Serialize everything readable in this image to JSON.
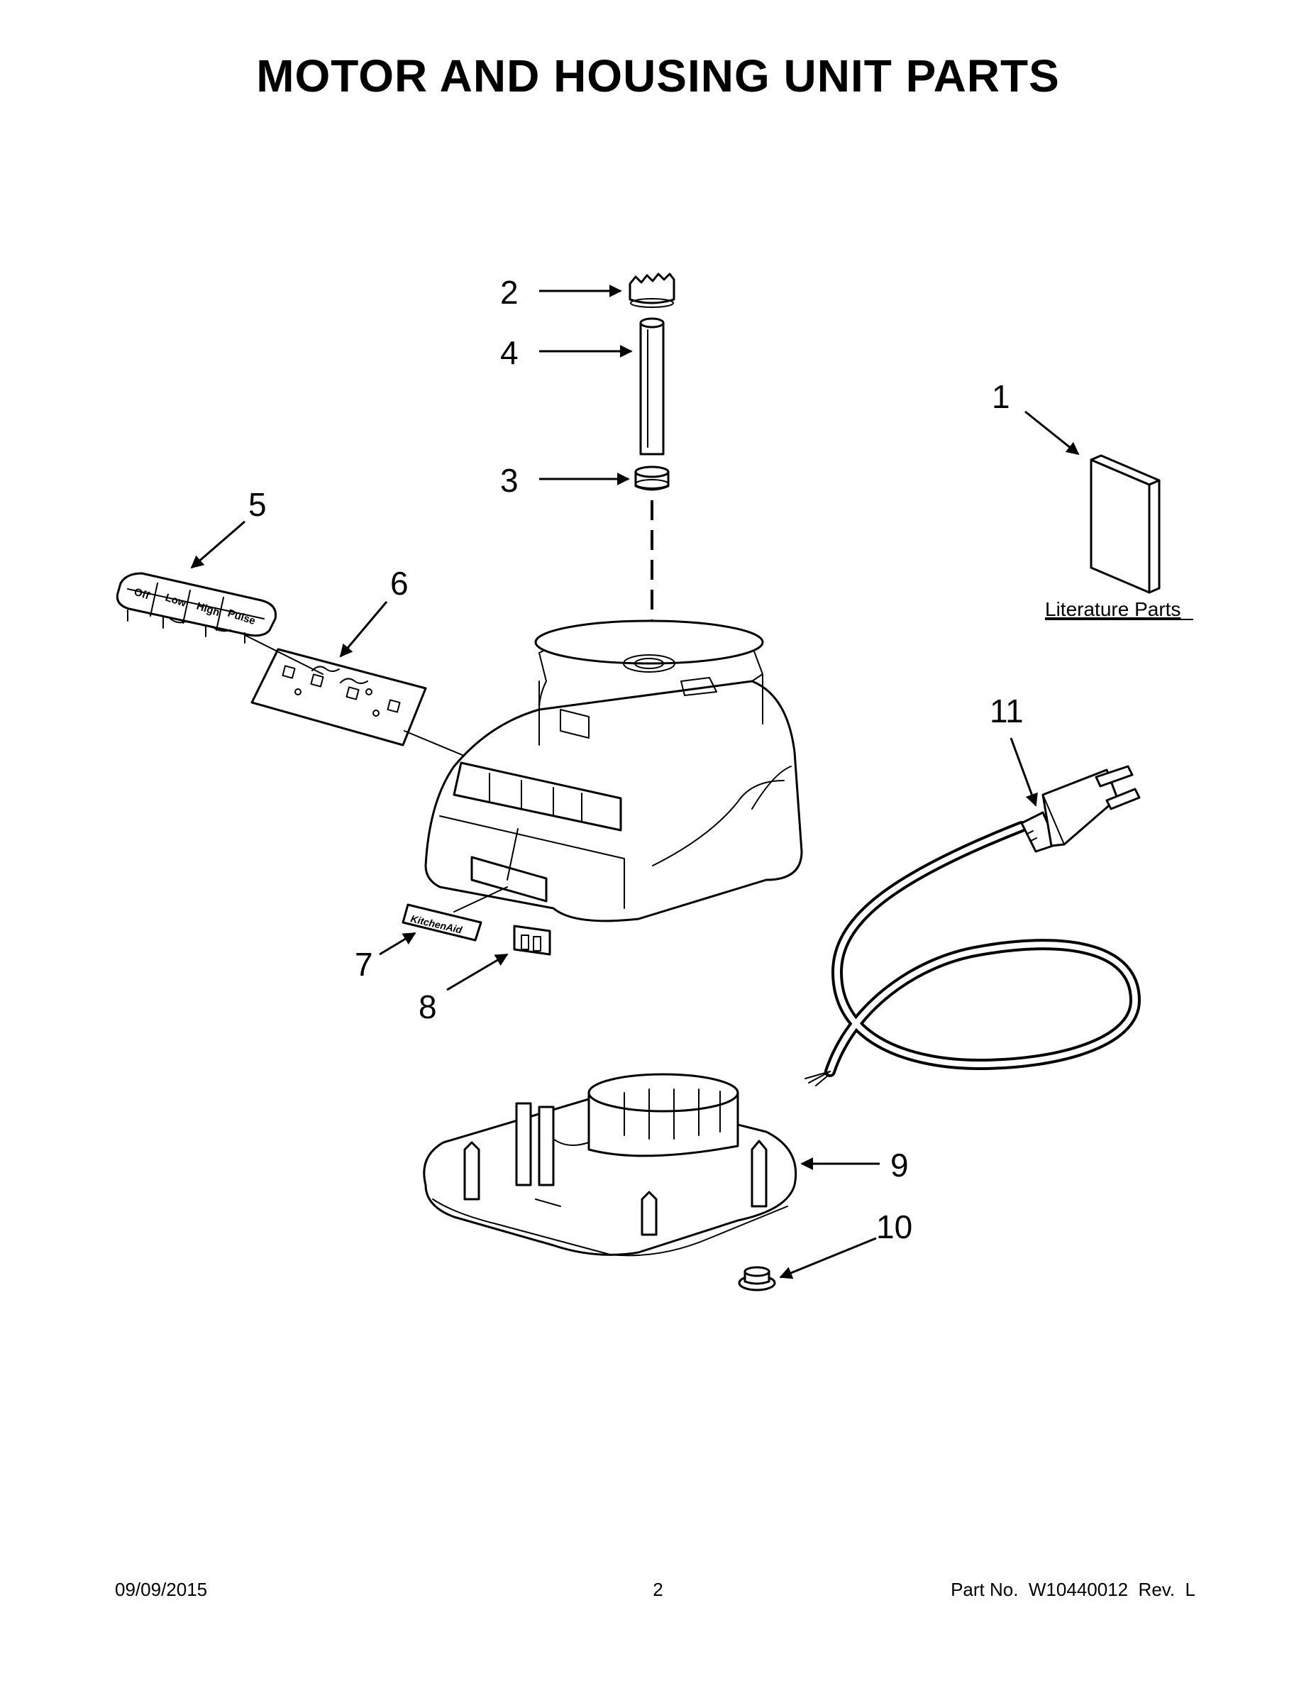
{
  "title": "MOTOR AND HOUSING UNIT PARTS",
  "callouts": [
    {
      "id": "c1",
      "number": "1"
    },
    {
      "id": "c2",
      "number": "2"
    },
    {
      "id": "c3",
      "number": "3"
    },
    {
      "id": "c4",
      "number": "4"
    },
    {
      "id": "c5",
      "number": "5"
    },
    {
      "id": "c6",
      "number": "6"
    },
    {
      "id": "c7",
      "number": "7"
    },
    {
      "id": "c8",
      "number": "8"
    },
    {
      "id": "c9",
      "number": "9"
    },
    {
      "id": "c10",
      "number": "10"
    },
    {
      "id": "c11",
      "number": "11"
    }
  ],
  "literature_label": "Literature Parts",
  "control_buttons": [
    "Off",
    "Low",
    "High",
    "Pulse"
  ],
  "badge_text": "KitchenAid",
  "footer": {
    "date": "09/09/2015",
    "page": "2",
    "part_no": "Part No.  W10440012  Rev.  L"
  }
}
